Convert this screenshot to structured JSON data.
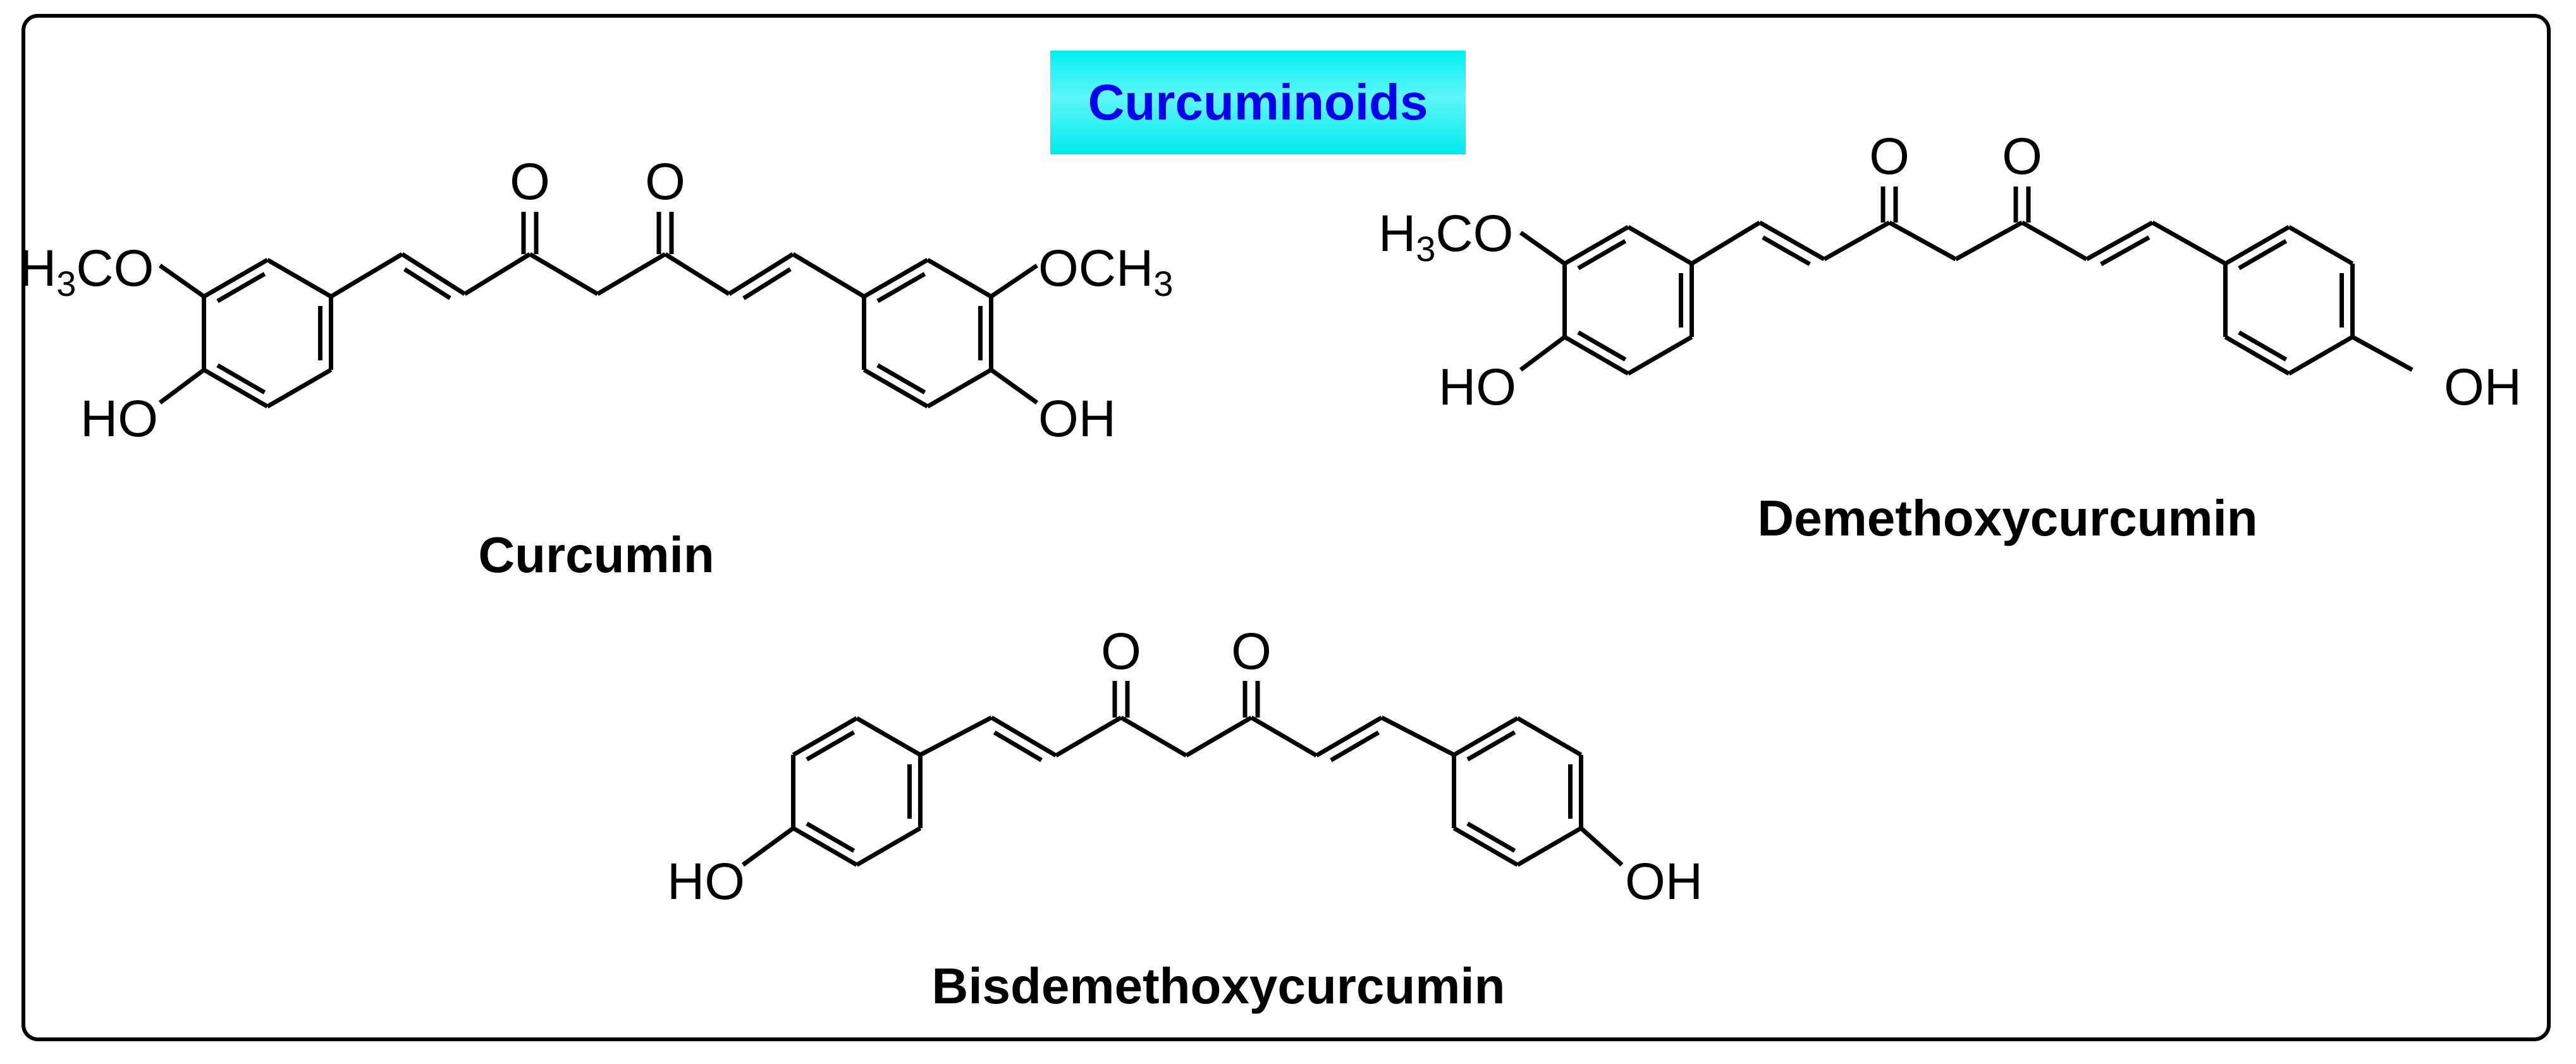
{
  "title": "Curcuminoids",
  "title_color": "#0000ee",
  "title_background": "#00f0f4",
  "molecules": [
    {
      "name": "Curcumin",
      "labels": {
        "left_methoxy": "H3CO",
        "left_hydroxy": "HO",
        "right_methoxy": "OCH3",
        "right_hydroxy": "OH",
        "carbonyl_1": "O",
        "carbonyl_2": "O"
      }
    },
    {
      "name": "Demethoxycurcumin",
      "labels": {
        "left_methoxy": "H3CO",
        "left_hydroxy": "HO",
        "right_hydroxy": "OH",
        "carbonyl_1": "O",
        "carbonyl_2": "O"
      }
    },
    {
      "name": "Bisdemethoxycurcumin",
      "labels": {
        "left_hydroxy": "HO",
        "right_hydroxy": "OH",
        "carbonyl_1": "O",
        "carbonyl_2": "O"
      }
    }
  ]
}
